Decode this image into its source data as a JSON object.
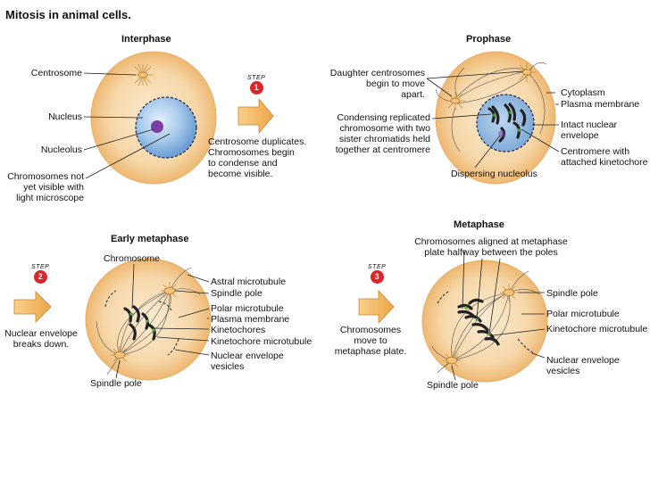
{
  "page_title": "Mitosis in animal cells.",
  "panels": {
    "interphase": {
      "title": "Interphase",
      "labels": {
        "centrosome": "Centrosome",
        "nucleus": "Nucleus",
        "nucleolus": "Nucleolus",
        "chromosomes_1": "Chromosomes not",
        "chromosomes_2": "yet visible with",
        "chromosomes_3": "light microscope"
      }
    },
    "prophase": {
      "title": "Prophase",
      "labels": {
        "daughter_1": "Daughter centrosomes",
        "daughter_2": "begin to move",
        "daughter_3": "apart.",
        "condensing_1": "Condensing replicated",
        "condensing_2": "chromosome with two",
        "condensing_3": "sister chromatids held",
        "condensing_4": "together at centromere",
        "dispersing": "Dispersing nucleolus",
        "cytoplasm": "Cytoplasm",
        "plasma_membrane": "Plasma membrane",
        "intact_1": "Intact nuclear",
        "intact_2": "envelope",
        "centromere_1": "Centromere with",
        "centromere_2": "attached kinetochore"
      }
    },
    "early_metaphase": {
      "title": "Early metaphase",
      "labels": {
        "chromosome": "Chromosome",
        "astral": "Astral microtubule",
        "spindle_pole": "Spindle pole",
        "polar": "Polar microtubule",
        "plasma_membrane": "Plasma membrane",
        "kinetochores": "Kinetochores",
        "kinetochore_mt": "Kinetochore microtubule",
        "nuc_env_1": "Nuclear envelope",
        "nuc_env_2": "vesicles",
        "spindle_pole_bottom": "Spindle pole"
      }
    },
    "metaphase": {
      "title": "Metaphase",
      "labels": {
        "aligned_1": "Chromosomes aligned at metaphase",
        "aligned_2": "plate halfway between the poles",
        "spindle_pole": "Spindle pole",
        "polar": "Polar microtubule",
        "kinetochore_mt": "Kinetochore microtubule",
        "nuc_env_1": "Nuclear envelope",
        "nuc_env_2": "vesicles",
        "spindle_pole_bottom": "Spindle pole"
      }
    }
  },
  "steps": [
    {
      "label": "STEP",
      "number": "1",
      "text_1": "Centrosome duplicates.",
      "text_2": "Chromosomes begin",
      "text_3": "to condense and",
      "text_4": "become visible."
    },
    {
      "label": "STEP",
      "number": "2",
      "text_1": "Nuclear envelope",
      "text_2": "breaks down."
    },
    {
      "label": "STEP",
      "number": "3",
      "text_1": "Chromosomes",
      "text_2": "move to",
      "text_3": "metaphase plate."
    }
  ],
  "colors": {
    "cell_fill": "#f6d7a9",
    "cell_rim": "#eeb872",
    "nucleus_fill": "#8ab4e0",
    "nucleus_highlight": "#dcebf8",
    "nucleolus": "#7a3fa0",
    "chromosome": "#222222",
    "kinetochore": "#58a84a",
    "arrow_fill": "#f2b45a",
    "step_badge": "#d8262b"
  }
}
